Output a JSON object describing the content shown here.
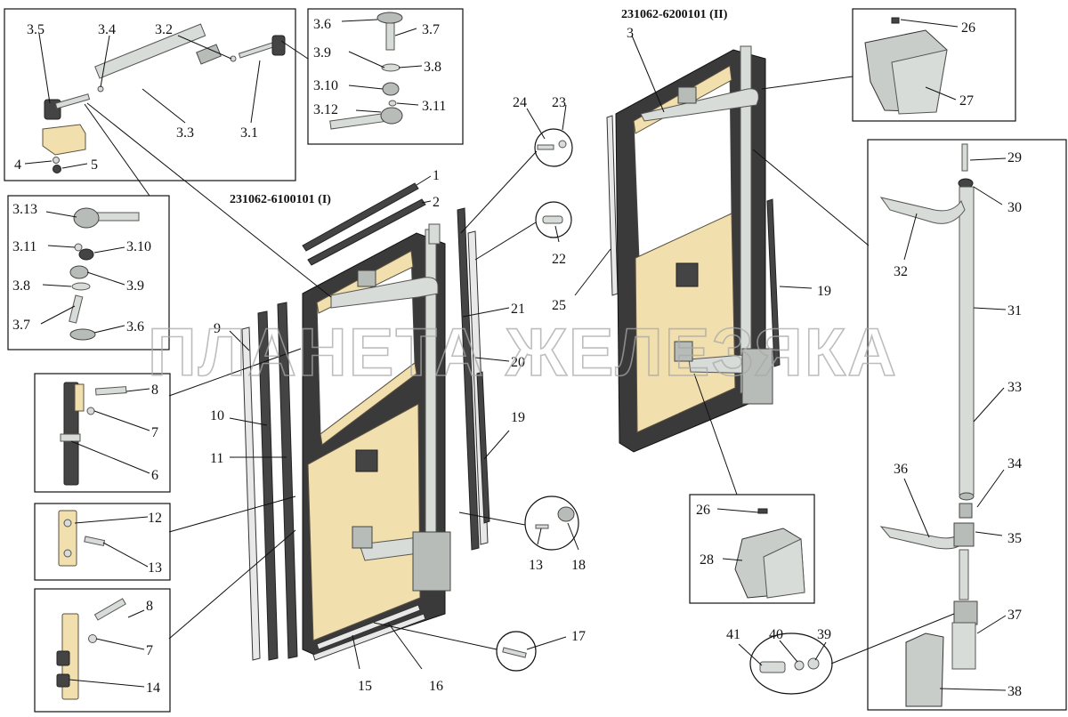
{
  "titles": {
    "door_left": "231062-6100101 (I)",
    "door_right": "231062-6200101 (II)"
  },
  "watermark": "ПЛАНЕТА ЖЕЛЕЗЯКА",
  "labels": {
    "l_3_5": "3.5",
    "l_3_4": "3.4",
    "l_3_2": "3.2",
    "l_3_3": "3.3",
    "l_3_1": "3.1",
    "l_4": "4",
    "l_5": "5",
    "l_3_6a": "3.6",
    "l_3_7a": "3.7",
    "l_3_9a": "3.9",
    "l_3_8a": "3.8",
    "l_3_10a": "3.10",
    "l_3_11a": "3.11",
    "l_3_12": "3.12",
    "l_3_13": "3.13",
    "l_3_11b": "3.11",
    "l_3_10b": "3.10",
    "l_3_8b": "3.8",
    "l_3_9b": "3.9",
    "l_3_7b": "3.7",
    "l_3_6b": "3.6",
    "l_8a": "8",
    "l_7a": "7",
    "l_6": "6",
    "l_12": "12",
    "l_13a": "13",
    "l_8b": "8",
    "l_7b": "7",
    "l_14": "14",
    "l_9": "9",
    "l_10": "10",
    "l_11": "11",
    "l_1": "1",
    "l_2": "2",
    "l_21": "21",
    "l_20": "20",
    "l_19a": "19",
    "l_24": "24",
    "l_23": "23",
    "l_22": "22",
    "l_25": "25",
    "l_13b": "13",
    "l_18": "18",
    "l_17": "17",
    "l_15": "15",
    "l_16": "16",
    "l_3b": "3",
    "l_19b": "19",
    "l_26a": "26",
    "l_27": "27",
    "l_26b": "26",
    "l_28": "28",
    "l_29": "29",
    "l_30": "30",
    "l_32": "32",
    "l_31": "31",
    "l_33": "33",
    "l_34": "34",
    "l_36": "36",
    "l_35": "35",
    "l_37": "37",
    "l_38": "38",
    "l_41": "41",
    "l_40": "40",
    "l_39": "39"
  }
}
